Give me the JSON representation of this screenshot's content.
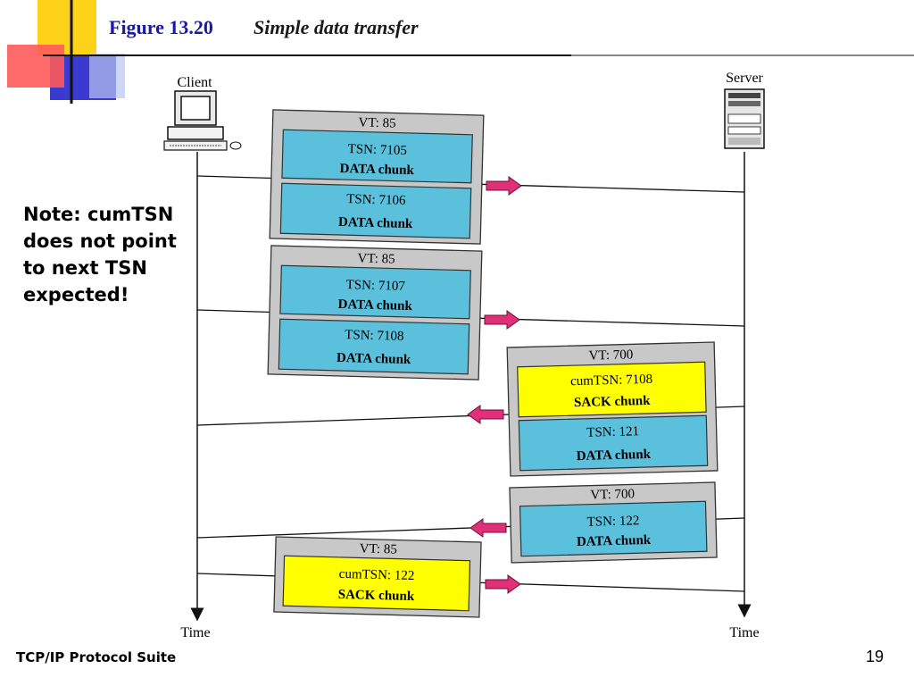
{
  "header": {
    "figure_label": "Figure 13.20",
    "figure_title": "Simple data transfer"
  },
  "endpoints": {
    "client_label": "Client",
    "server_label": "Server",
    "time_label": "Time"
  },
  "note": "Note: cumTSN\ndoes not point\nto next TSN\nexpected!",
  "packets": [
    {
      "vt": "VT: 85",
      "chunks": [
        {
          "line1": "TSN: 7105",
          "line2": "DATA chunk"
        },
        {
          "line1": "TSN: 7106",
          "line2": "DATA chunk"
        }
      ]
    },
    {
      "vt": "VT: 85",
      "chunks": [
        {
          "line1": "TSN: 7107",
          "line2": "DATA chunk"
        },
        {
          "line1": "TSN: 7108",
          "line2": "DATA chunk"
        }
      ]
    },
    {
      "vt": "VT: 700",
      "chunks": [
        {
          "line1": "cumTSN: 7108",
          "line2": "SACK chunk"
        },
        {
          "line1": "TSN: 121",
          "line2": "DATA chunk"
        }
      ]
    },
    {
      "vt": "VT: 700",
      "chunks": [
        {
          "line1": "TSN: 122",
          "line2": "DATA chunk"
        }
      ]
    },
    {
      "vt": "VT: 85",
      "chunks": [
        {
          "line1": "cumTSN: 122",
          "line2": "SACK chunk"
        }
      ]
    }
  ],
  "footer": {
    "suite": "TCP/IP Protocol Suite",
    "page": "19"
  },
  "colors": {
    "data_chunk": "#5bc0dc",
    "sack_chunk": "#ffff00",
    "packet_frame": "#c8c8c8",
    "arrow": "#e0307a",
    "title_blue": "#1a1aa6"
  }
}
